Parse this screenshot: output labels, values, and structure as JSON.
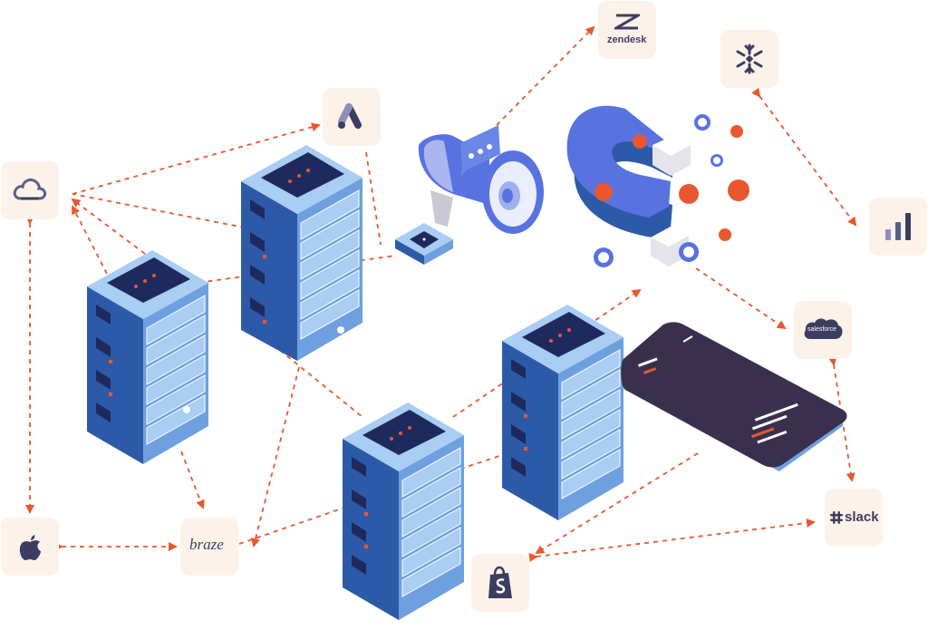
{
  "nodes": {
    "zendesk": {
      "label": "zendesk",
      "icon": "zendesk-logo-icon"
    },
    "braze": {
      "label": "braze",
      "icon": "braze-logo-icon"
    },
    "slack": {
      "label": "slack",
      "icon": "slack-logo-icon"
    },
    "salesforce": {
      "label": "salesforce",
      "icon": "salesforce-cloud-icon"
    },
    "google_cloud": {
      "icon": "google-cloud-icon"
    },
    "apple": {
      "icon": "apple-icon"
    },
    "snowflake": {
      "icon": "snowflake-icon"
    },
    "analytics": {
      "icon": "bar-chart-icon"
    },
    "google_ads": {
      "icon": "google-ads-icon"
    },
    "shopify": {
      "icon": "shopify-bag-icon"
    }
  },
  "illustration": {
    "servers": 4,
    "megaphone": "megaphone-icon",
    "magnet": "magnet-icon",
    "phone": "smartphone-icon"
  },
  "colors": {
    "arrow": "#e8572f",
    "tile_bg": "#fdf2e9",
    "server_light": "#a9cdf3",
    "server_mid": "#6ea0e0",
    "server_dark": "#2d5aa8",
    "navy": "#1e2a5e",
    "accent_red": "#e8572f",
    "phone_body": "#3a2f4c",
    "logo_dark": "#3d3d62"
  }
}
